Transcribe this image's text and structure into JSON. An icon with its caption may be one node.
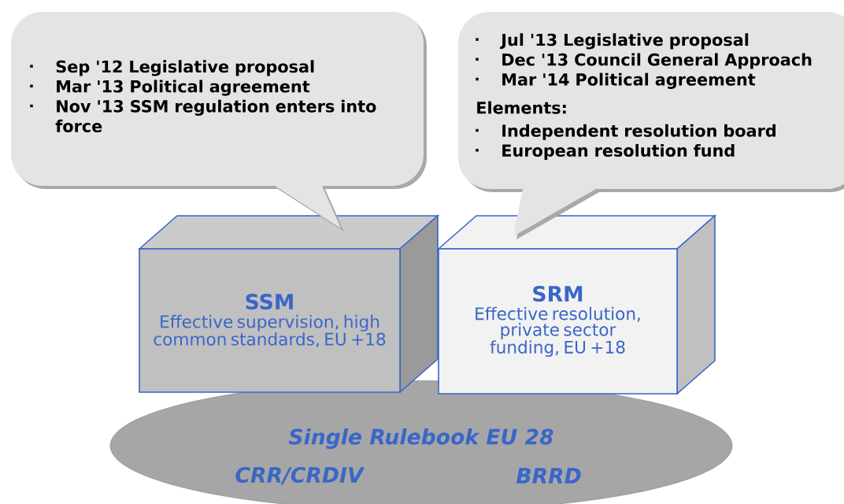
{
  "diagram": {
    "nodes": [
      {
        "text": [
          "Single Rulebook EU 28",
          "CRR/CRDIV",
          "BRRD"
        ]
      },
      {
        "text": [
          "SSM",
          "Effective supervision, high common standards, EU +18"
        ]
      },
      {
        "text": [
          "SRM",
          "Effective resolution, private sector funding, EU +18"
        ]
      },
      {
        "text": [
          "Sep '12 Legislative proposal",
          "Mar '13 Political agreement",
          "Nov '13 SSM regulation enters into force"
        ]
      },
      {
        "text": [
          "Jul '13 Legislative proposal",
          "Dec '13 Council General Approach",
          "Mar '14 Political agreement",
          "Elements:",
          "Independent resolution board",
          "European resolution fund"
        ]
      }
    ]
  }
}
